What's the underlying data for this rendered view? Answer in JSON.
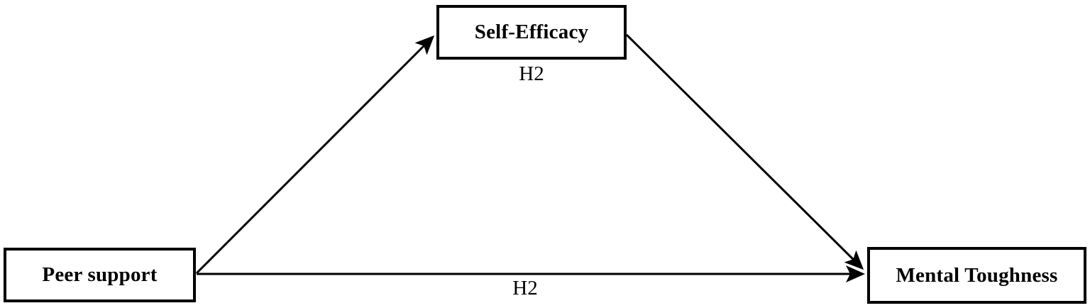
{
  "diagram": {
    "nodes": {
      "predictor": {
        "label": "Peer support"
      },
      "mediator": {
        "label": "Self-Efficacy"
      },
      "outcome": {
        "label": "Mental Toughness"
      }
    },
    "edge_labels": {
      "mediation_path": "H2",
      "direct_path": "H2"
    },
    "edges": {
      "predictor_to_mediator": "arrow",
      "mediator_to_outcome": "arrow",
      "predictor_to_outcome": "arrow"
    },
    "colors": {
      "line": "#000000",
      "box_border": "#000000",
      "text": "#000000",
      "background": "#ffffff"
    }
  }
}
